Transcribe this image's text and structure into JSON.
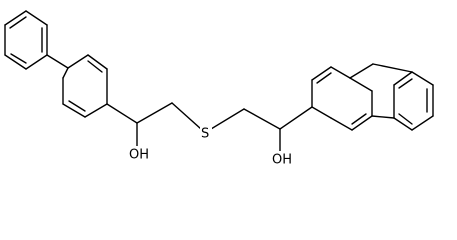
{
  "structure": {
    "colors": {
      "bond": "#000000",
      "background": "#ffffff"
    },
    "atom_labels": {
      "hydroxyl_left": "OH",
      "sulfur": "S",
      "hydroxyl_right": "OH"
    }
  }
}
